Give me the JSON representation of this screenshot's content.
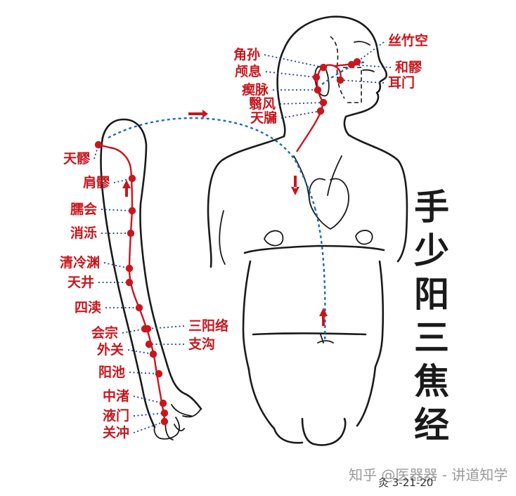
{
  "title_chars": [
    "手",
    "少",
    "阳",
    "三",
    "焦",
    "经"
  ],
  "points": [
    {
      "id": "guanchong",
      "label": "关冲"
    },
    {
      "id": "yemen",
      "label": "液门"
    },
    {
      "id": "zhongzhu",
      "label": "中渚"
    },
    {
      "id": "yangchi",
      "label": "阳池"
    },
    {
      "id": "waiguan",
      "label": "外关"
    },
    {
      "id": "zhigou",
      "label": "支沟"
    },
    {
      "id": "huizong",
      "label": "会宗"
    },
    {
      "id": "sanyangluo",
      "label": "三阳络"
    },
    {
      "id": "sidu",
      "label": "四渎"
    },
    {
      "id": "tianjing",
      "label": "天井"
    },
    {
      "id": "qinglengyuan",
      "label": "清冷渊"
    },
    {
      "id": "xiaoluo",
      "label": "消泺"
    },
    {
      "id": "naohui",
      "label": "臑会"
    },
    {
      "id": "jianliao",
      "label": "肩髎"
    },
    {
      "id": "tianliao",
      "label": "天髎"
    },
    {
      "id": "tianyou",
      "label": "天牖"
    },
    {
      "id": "yifeng",
      "label": "翳风"
    },
    {
      "id": "chimai",
      "label": "瘈脉"
    },
    {
      "id": "luxi",
      "label": "颅息"
    },
    {
      "id": "jiaosun",
      "label": "角孙"
    },
    {
      "id": "ermen",
      "label": "耳门"
    },
    {
      "id": "heliao",
      "label": "和髎"
    },
    {
      "id": "sizhukong",
      "label": "丝竹空"
    }
  ],
  "watermark": "知乎 @医器器 - 讲道知学",
  "figure_code": "灸 3-21-20",
  "colors": {
    "meridian": "#c8161d",
    "label": "#c8161d",
    "leader": "#1f3f9a",
    "internal_path": "#1e6ab8",
    "outline": "#1a1a1a",
    "title": "#1a1a1a"
  }
}
